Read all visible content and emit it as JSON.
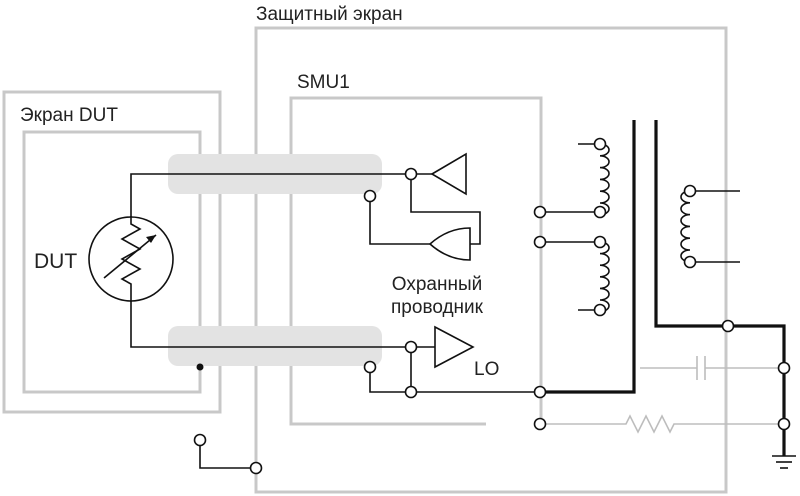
{
  "labels": {
    "guard_screen": "Защитный экран",
    "dut_screen": "Экран DUT",
    "smu": "SMU1",
    "dut": "DUT",
    "guard_conductor_line1": "Охранный",
    "guard_conductor_line2": "проводник",
    "lo": "LO"
  },
  "colors": {
    "wire": "#111111",
    "shield": "#c8c8c8",
    "cable_band": "#e3e3e3",
    "passive": "#bdbdbd"
  }
}
